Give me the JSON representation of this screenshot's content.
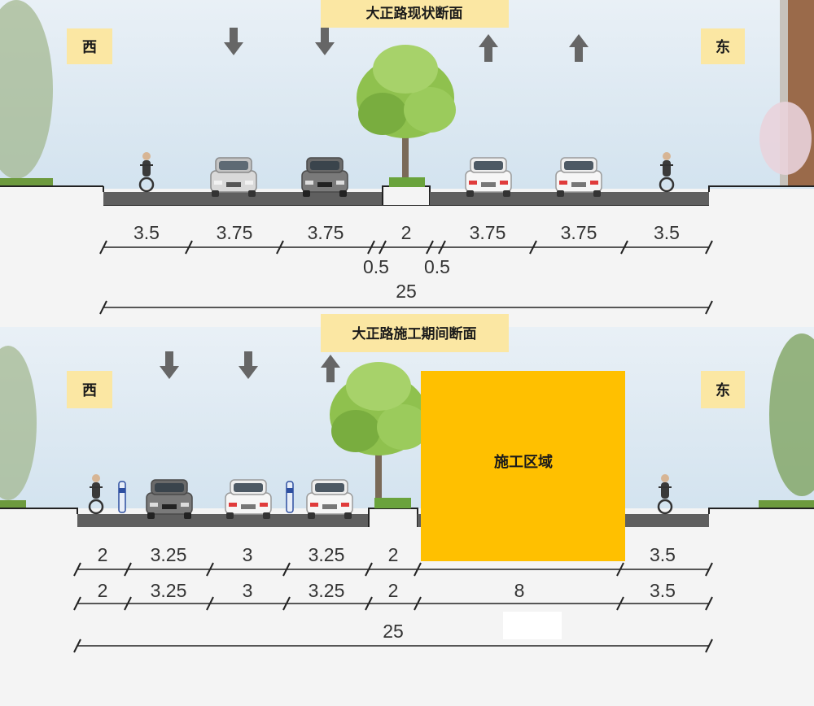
{
  "top_section": {
    "title": "大正路现状断面",
    "west": "西",
    "east": "东",
    "lane_widths": [
      "3.5",
      "3.75",
      "3.75",
      "2",
      "3.75",
      "3.75",
      "3.5"
    ],
    "sub_widths": [
      "0.5",
      "0.5"
    ],
    "total_width": "25"
  },
  "bottom_section": {
    "title": "大正路施工期间断面",
    "west": "西",
    "east": "东",
    "construction_label": "施工区域",
    "row1_widths": [
      "2",
      "3.25",
      "3",
      "3.25",
      "2",
      "3.5"
    ],
    "row2_widths": [
      "2",
      "3.25",
      "3",
      "3.25",
      "2",
      "8",
      "3.5"
    ],
    "total_width": "25"
  },
  "colors": {
    "label_bg": "#fbe7a3",
    "construction": "#ffc000",
    "road": "#6b6b6b",
    "arrow": "#666666",
    "sky": "#dbe8f2"
  }
}
